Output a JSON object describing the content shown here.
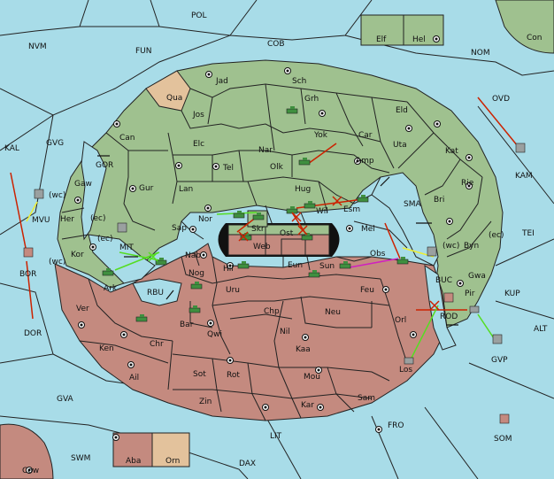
{
  "colors": {
    "water": "#a8dce8",
    "green_land": "#9fc18f",
    "red_land": "#c48a7f",
    "tan_land": "#e3c29c",
    "line": "#222222",
    "order_red": "#cc2200",
    "order_green": "#55dd22",
    "order_yellow": "#eeee33",
    "order_magenta": "#d020c0",
    "unit_green": "#3f8f3f",
    "unit_red": "#b06860"
  },
  "map": {
    "sea_labels": {
      "POL": "POL",
      "COB": "COB",
      "NVM": "NVM",
      "FUN": "FUN",
      "NOM": "NOM",
      "OVD": "OVD",
      "KAL": "KAL",
      "GVG": "GVG",
      "KAM": "KAM",
      "TEI": "TEI",
      "KUP": "KUP",
      "ALT": "ALT",
      "GVP": "GVP",
      "SOM": "SOM",
      "FRO": "FRO",
      "LIT": "LIT",
      "DAX": "DAX",
      "SWM": "SWM",
      "GVA": "GVA",
      "DOR": "DOR",
      "BOR": "BOR",
      "MVU": "MVU",
      "GOR": "GOR",
      "SMA": "SMA",
      "MIT": "MIT",
      "RBU": "RBU",
      "BUC": "BUC",
      "ROD": "ROD"
    },
    "land_labels": {
      "Con": "Con",
      "Elf": "Elf",
      "Hel": "Hel",
      "Cow": "Cow",
      "Aba": "Aba",
      "Orn": "Orn",
      "Qua": "Qua",
      "Jad": "Jad",
      "Sch": "Sch",
      "Jos": "Jos",
      "Grh": "Grh",
      "Eld": "Eld",
      "Can": "Can",
      "Yok": "Yok",
      "Car": "Car",
      "Elc": "Elc",
      "Nar": "Nar",
      "Uta": "Uta",
      "Tel": "Tel",
      "Olk": "Olk",
      "Amp": "Amp",
      "Kat": "Kat",
      "Gur": "Gur",
      "Lan": "Lan",
      "Hug": "Hug",
      "Rie": "Rie",
      "Gaw": "Gaw",
      "Wil": "Wil",
      "Esm": "Esm",
      "Bri": "Bri",
      "Nor": "Nor",
      "Skr": "Skr",
      "Her": "Her",
      "Sap": "Sap",
      "Web": "Web",
      "Ost": "Ost",
      "Mel": "Mel",
      "Byn": "Byn",
      "Kor": "Kor",
      "Nab": "Nab",
      "Eun": "Eun",
      "Sun": "Sun",
      "Obs": "Obs",
      "Gwa": "Gwa",
      "Hil": "Hil",
      "Nog": "Nog",
      "Ark": "Ark",
      "Pir": "Pir",
      "Uru": "Uru",
      "Feu": "Feu",
      "Ver": "Ver",
      "Chp": "Chp",
      "Neu": "Neu",
      "Orl": "Orl",
      "Bar": "Bar",
      "Qwi": "Qwi",
      "Nil": "Nil",
      "Ken": "Ken",
      "Chr": "Chr",
      "Kaa": "Kaa",
      "Los": "Los",
      "Ail": "Ail",
      "Sot": "Sot",
      "Rot": "Rot",
      "Mou": "Mou",
      "Zin": "Zin",
      "Kar": "Kar",
      "Sam": "Sam"
    },
    "coast_tags": {
      "wc_mvu": "(wc)",
      "ec_her": "(ec)",
      "ec_kor": "(ec)",
      "wc_kor": "(wc)",
      "wc_byn": "(wc)",
      "ec_byn": "(ec)"
    }
  }
}
